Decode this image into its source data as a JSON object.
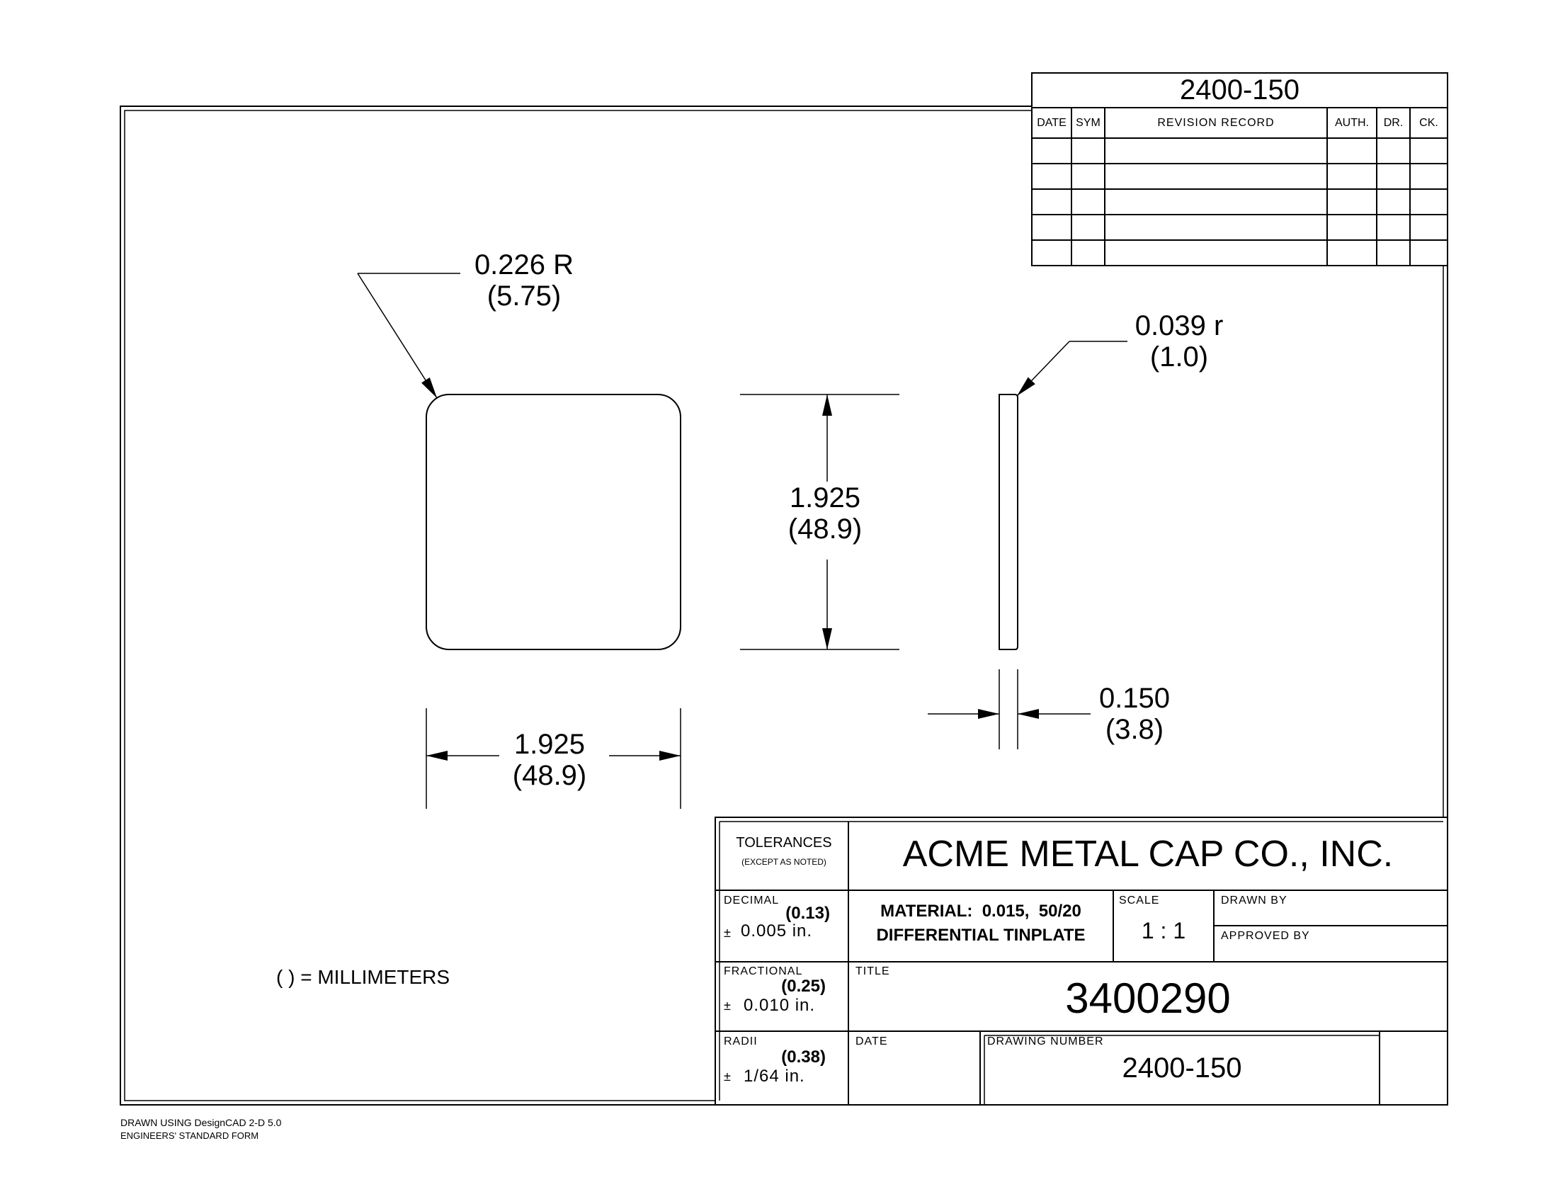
{
  "revision_block": {
    "number": "2400-150",
    "headers": {
      "date": "DATE",
      "sym": "SYM",
      "record": "REVISION RECORD",
      "auth": "AUTH.",
      "dr": "DR.",
      "ck": "CK."
    }
  },
  "dimensions": {
    "corner_radius": {
      "inch": "0.226 R",
      "mm": "(5.75)"
    },
    "edge_radius": {
      "inch": "0.039 r",
      "mm": "(1.0)"
    },
    "height": {
      "inch": "1.925",
      "mm": "(48.9)"
    },
    "width": {
      "inch": "1.925",
      "mm": "(48.9)"
    },
    "thickness": {
      "inch": "0.150",
      "mm": "(3.8)"
    }
  },
  "units_note": "( ) = MILLIMETERS",
  "title_block": {
    "tolerances": {
      "label": "TOLERANCES",
      "sub": "(EXCEPT AS NOTED)"
    },
    "company": "ACME METAL CAP CO., INC.",
    "decimal": {
      "label": "DECIMAL",
      "mm": "(0.13)",
      "pm": "±",
      "value": "0.005 in."
    },
    "fractional": {
      "label": "FRACTIONAL",
      "mm": "(0.25)",
      "pm": "±",
      "value": "0.010 in."
    },
    "radii": {
      "label": "RADII",
      "mm": "(0.38)",
      "pm": "±",
      "value": "1/64 in."
    },
    "material": {
      "line1": "MATERIAL:  0.015,  50/20",
      "line2": "DIFFERENTIAL TINPLATE"
    },
    "scale": {
      "label": "SCALE",
      "value": "1 : 1"
    },
    "drawn_by": {
      "label": "DRAWN BY"
    },
    "approved_by": {
      "label": "APPROVED BY"
    },
    "title": {
      "label": "TITLE",
      "value": "3400290"
    },
    "date": {
      "label": "DATE"
    },
    "drawing_number": {
      "label": "DRAWING NUMBER",
      "value": "2400-150"
    }
  },
  "footer": {
    "line1": "DRAWN USING DesignCAD 2-D 5.0",
    "line2": "ENGINEERS' STANDARD FORM"
  }
}
